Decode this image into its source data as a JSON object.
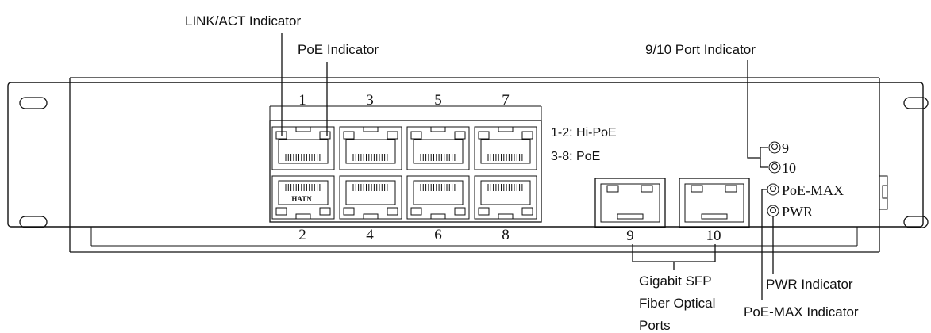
{
  "callouts": {
    "link_act": "LINK/ACT Indicator",
    "poe": "PoE Indicator",
    "port_9_10": "9/10 Port Indicator",
    "sfp_line1": "Gigabit SFP",
    "sfp_line2": "Fiber Optical",
    "sfp_line3": "Ports",
    "pwr": "PWR Indicator",
    "poe_max": "PoE-MAX Indicator"
  },
  "poe_legend": {
    "line1": "1-2: Hi-PoE",
    "line2": "3-8: PoE"
  },
  "ports": {
    "top": [
      "1",
      "3",
      "5",
      "7"
    ],
    "bottom": [
      "2",
      "4",
      "6",
      "8"
    ],
    "sfp": [
      "9",
      "10"
    ],
    "port2_mark": "HATN"
  },
  "leds": {
    "led9": "9",
    "led10": "10",
    "poemax": "PoE-MAX",
    "pwr": "PWR"
  }
}
